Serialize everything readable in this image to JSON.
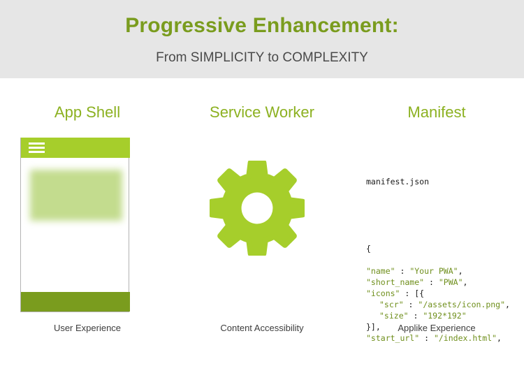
{
  "header": {
    "title": "Progressive Enhancement:",
    "subtitle": "From SIMPLICITY to COMPLEXITY",
    "band_color": "#e6e6e6",
    "title_color": "#7a9c1e",
    "subtitle_color": "#4a4a4a"
  },
  "theme": {
    "green_primary": "#a6ce2b",
    "green_dark": "#7a9c1e",
    "green_light": "#c3dc8e",
    "heading_green": "#8cb121"
  },
  "columns": [
    {
      "heading": "App Shell",
      "caption": "User Experience",
      "visual": "phone-mockup",
      "phone": {
        "header_icon": "hamburger-menu-icon",
        "header_color": "#a6ce2b",
        "body_color": "#ffffff",
        "content_block_color": "#c3dc8e",
        "footer_color": "#7a9c1e"
      }
    },
    {
      "heading": "Service Worker",
      "caption": "Content Accessibility",
      "visual": "gear-icon",
      "gear": {
        "teeth": 8,
        "color": "#a6ce2b",
        "hub_color": "#ffffff"
      }
    },
    {
      "heading": "Manifest",
      "caption": "Applike Experience",
      "visual": "manifest-code"
    }
  ],
  "manifest": {
    "filename": "manifest.json",
    "lines": [
      {
        "indent": 0,
        "parts": [
          {
            "t": "{",
            "c": "punc"
          }
        ]
      },
      {
        "indent": 0,
        "parts": []
      },
      {
        "indent": 0,
        "parts": [
          {
            "t": "\"name\"",
            "c": "str"
          },
          {
            "t": " : ",
            "c": "punc"
          },
          {
            "t": "\"Your PWA\"",
            "c": "str"
          },
          {
            "t": ",",
            "c": "punc"
          }
        ]
      },
      {
        "indent": 0,
        "parts": [
          {
            "t": "\"short_name\"",
            "c": "str"
          },
          {
            "t": " : ",
            "c": "punc"
          },
          {
            "t": "\"PWA\"",
            "c": "str"
          },
          {
            "t": ",",
            "c": "punc"
          }
        ]
      },
      {
        "indent": 0,
        "parts": [
          {
            "t": "\"icons\"",
            "c": "str"
          },
          {
            "t": " : [{",
            "c": "punc"
          }
        ]
      },
      {
        "indent": 1,
        "parts": [
          {
            "t": "\"scr\"",
            "c": "str"
          },
          {
            "t": " : ",
            "c": "punc"
          },
          {
            "t": "\"/assets/icon.png\"",
            "c": "str"
          },
          {
            "t": ",",
            "c": "punc"
          }
        ]
      },
      {
        "indent": 1,
        "parts": [
          {
            "t": "\"size\"",
            "c": "str"
          },
          {
            "t": " : ",
            "c": "punc"
          },
          {
            "t": "\"192*192\"",
            "c": "str"
          }
        ]
      },
      {
        "indent": 0,
        "parts": [
          {
            "t": "}],",
            "c": "punc"
          }
        ]
      },
      {
        "indent": 0,
        "parts": [
          {
            "t": "\"start_url\"",
            "c": "str"
          },
          {
            "t": " : ",
            "c": "punc"
          },
          {
            "t": "\"/index.html\"",
            "c": "str"
          },
          {
            "t": ",",
            "c": "punc"
          }
        ]
      }
    ]
  }
}
